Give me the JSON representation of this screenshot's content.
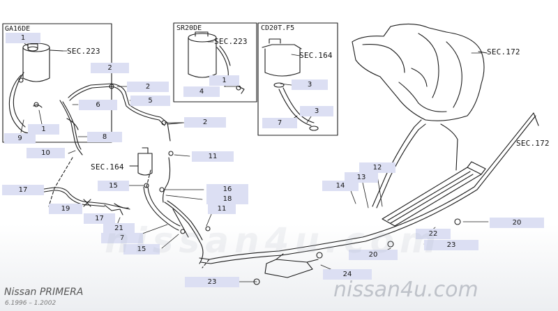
{
  "box_titles": [
    "GA16DE",
    "SR20DE",
    "CD20T.F5"
  ],
  "sec_refs": [
    "SEC.223",
    "SEC.223",
    "SEC.164",
    "SEC.172",
    "SEC.172",
    "SEC.164"
  ],
  "callouts": [
    "1",
    "2",
    "2",
    "5",
    "6",
    "1",
    "9",
    "8",
    "10",
    "3",
    "4",
    "1",
    "3",
    "7",
    "2",
    "11",
    "12",
    "13",
    "14",
    "15",
    "16",
    "18",
    "11",
    "17",
    "19",
    "17",
    "21",
    "7",
    "15",
    "22",
    "20",
    "23",
    "20",
    "24",
    "23"
  ],
  "footer": {
    "model": "Nissan PRIMERA",
    "years": "6.1996 – 1.2002"
  },
  "watermark": {
    "center": "nissan4u.com",
    "bottom": "nissan4u.com"
  }
}
